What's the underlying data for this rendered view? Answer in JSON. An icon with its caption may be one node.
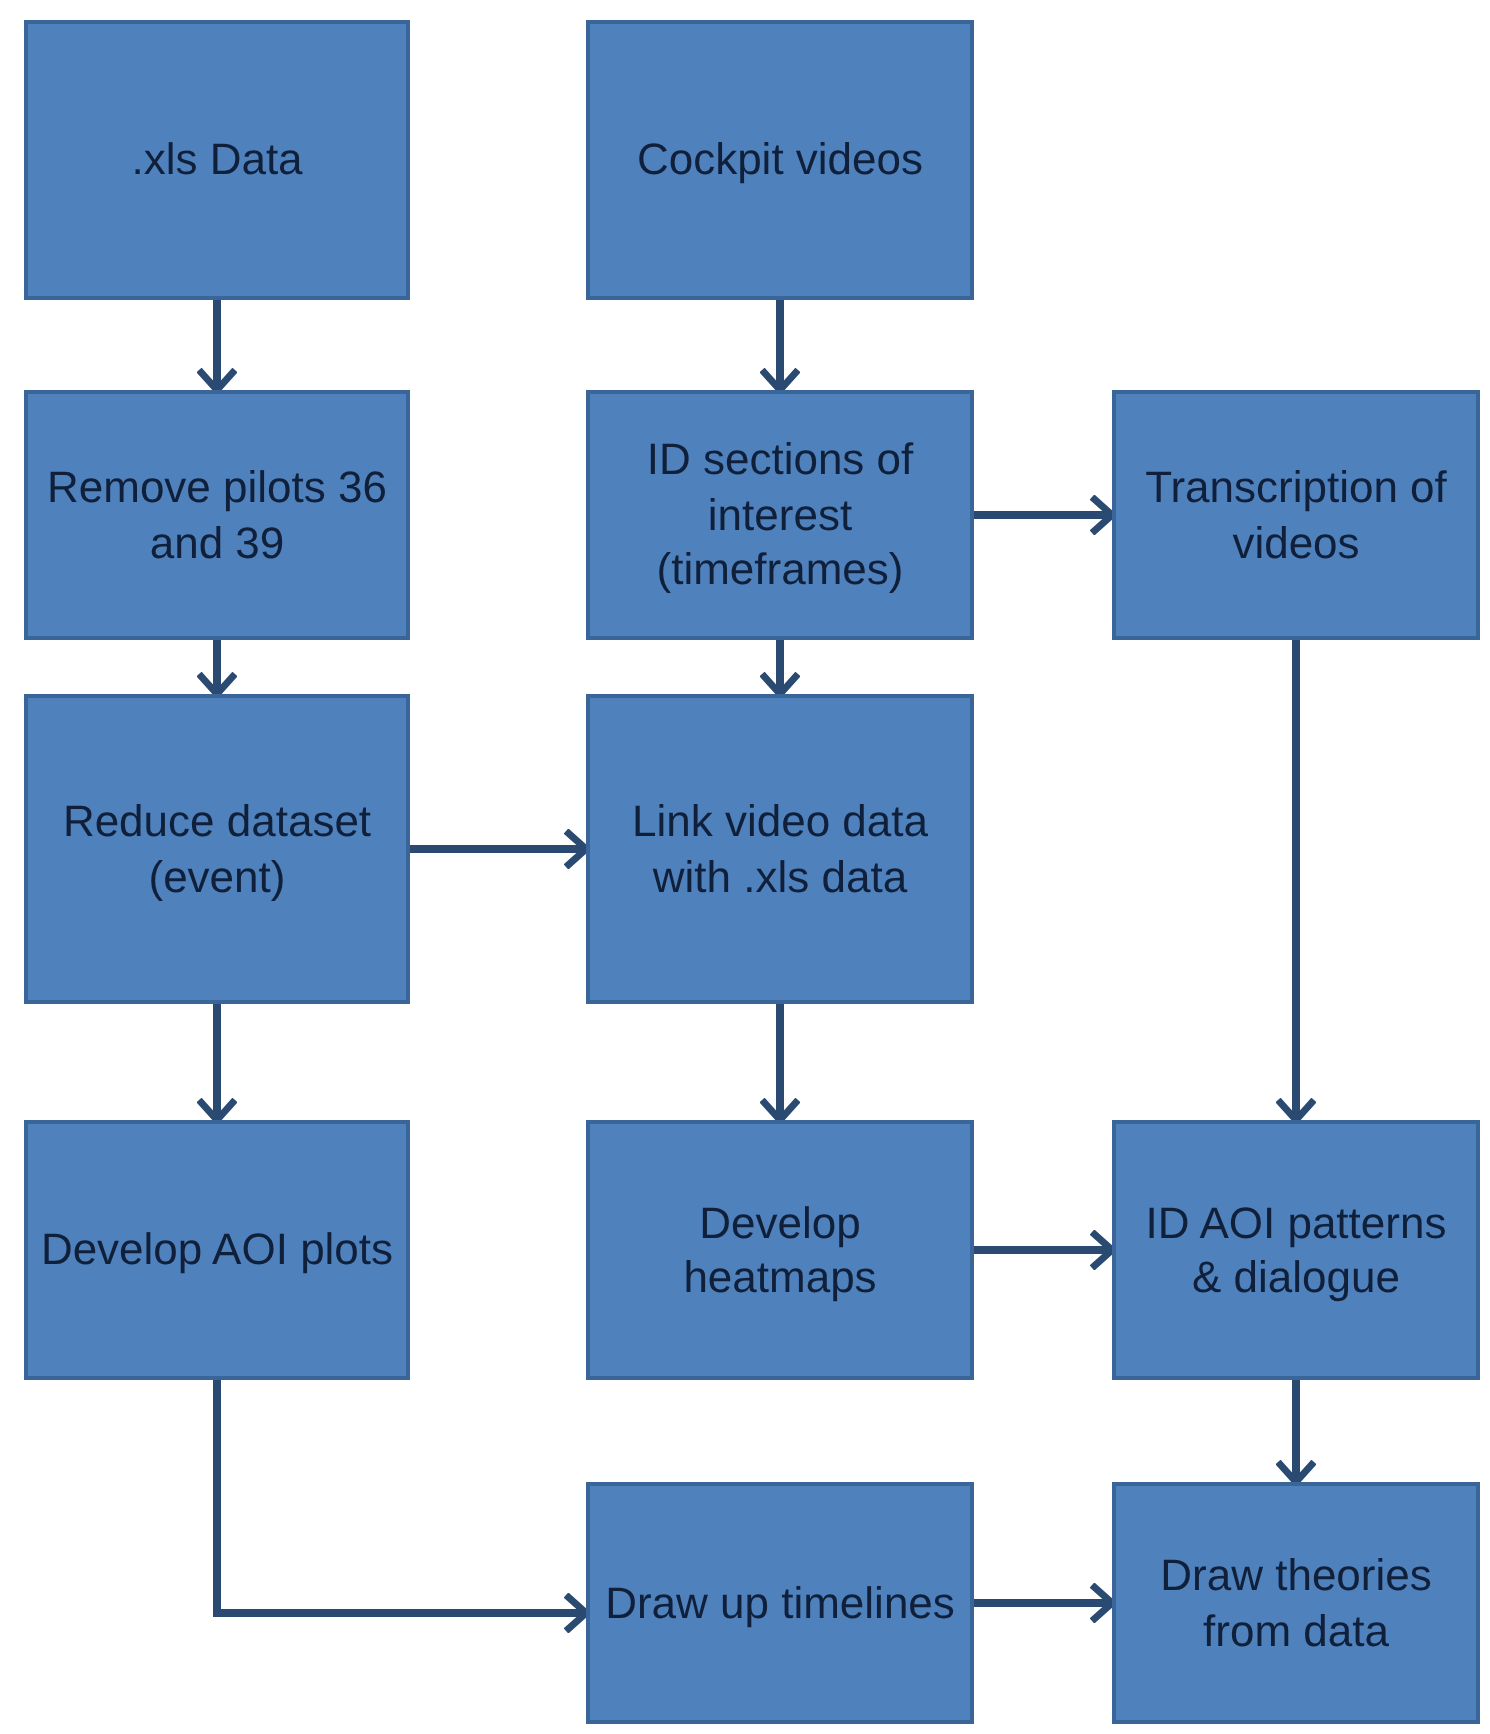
{
  "diagram": {
    "nodes": [
      {
        "text": [
          ".xls Data"
        ]
      },
      {
        "text": [
          "Cockpit videos"
        ]
      },
      {
        "text": [
          "Remove pilots 36 and 39"
        ]
      },
      {
        "text": [
          "ID sections of interest (timeframes)"
        ]
      },
      {
        "text": [
          "Transcription of videos"
        ]
      },
      {
        "text": [
          "Reduce dataset (event)"
        ]
      },
      {
        "text": [
          "Link video data with .xls data"
        ]
      },
      {
        "text": [
          "Develop AOI plots"
        ]
      },
      {
        "text": [
          "Develop heatmaps"
        ]
      },
      {
        "text": [
          "ID AOI patterns & dialogue"
        ]
      },
      {
        "text": [
          "Draw up timelines"
        ]
      },
      {
        "text": [
          "Draw theories from data"
        ]
      }
    ],
    "edges": [
      {
        "from": 0,
        "to": 2,
        "arrow": "to"
      },
      {
        "from": 1,
        "to": 3,
        "arrow": "to"
      },
      {
        "from": 3,
        "to": 4,
        "arrow": "to"
      },
      {
        "from": 2,
        "to": 5,
        "arrow": "to"
      },
      {
        "from": 3,
        "to": 6,
        "arrow": "to"
      },
      {
        "from": 5,
        "to": 6,
        "arrow": "to"
      },
      {
        "from": 5,
        "to": 7,
        "arrow": "to"
      },
      {
        "from": 6,
        "to": 8,
        "arrow": "to"
      },
      {
        "from": 4,
        "to": 9,
        "arrow": "to"
      },
      {
        "from": 8,
        "to": 9,
        "arrow": "to"
      },
      {
        "from": 9,
        "to": 11,
        "arrow": "to"
      },
      {
        "from": 7,
        "to": 10,
        "arrow": "to"
      },
      {
        "from": 10,
        "to": 11,
        "arrow": "to"
      }
    ]
  }
}
